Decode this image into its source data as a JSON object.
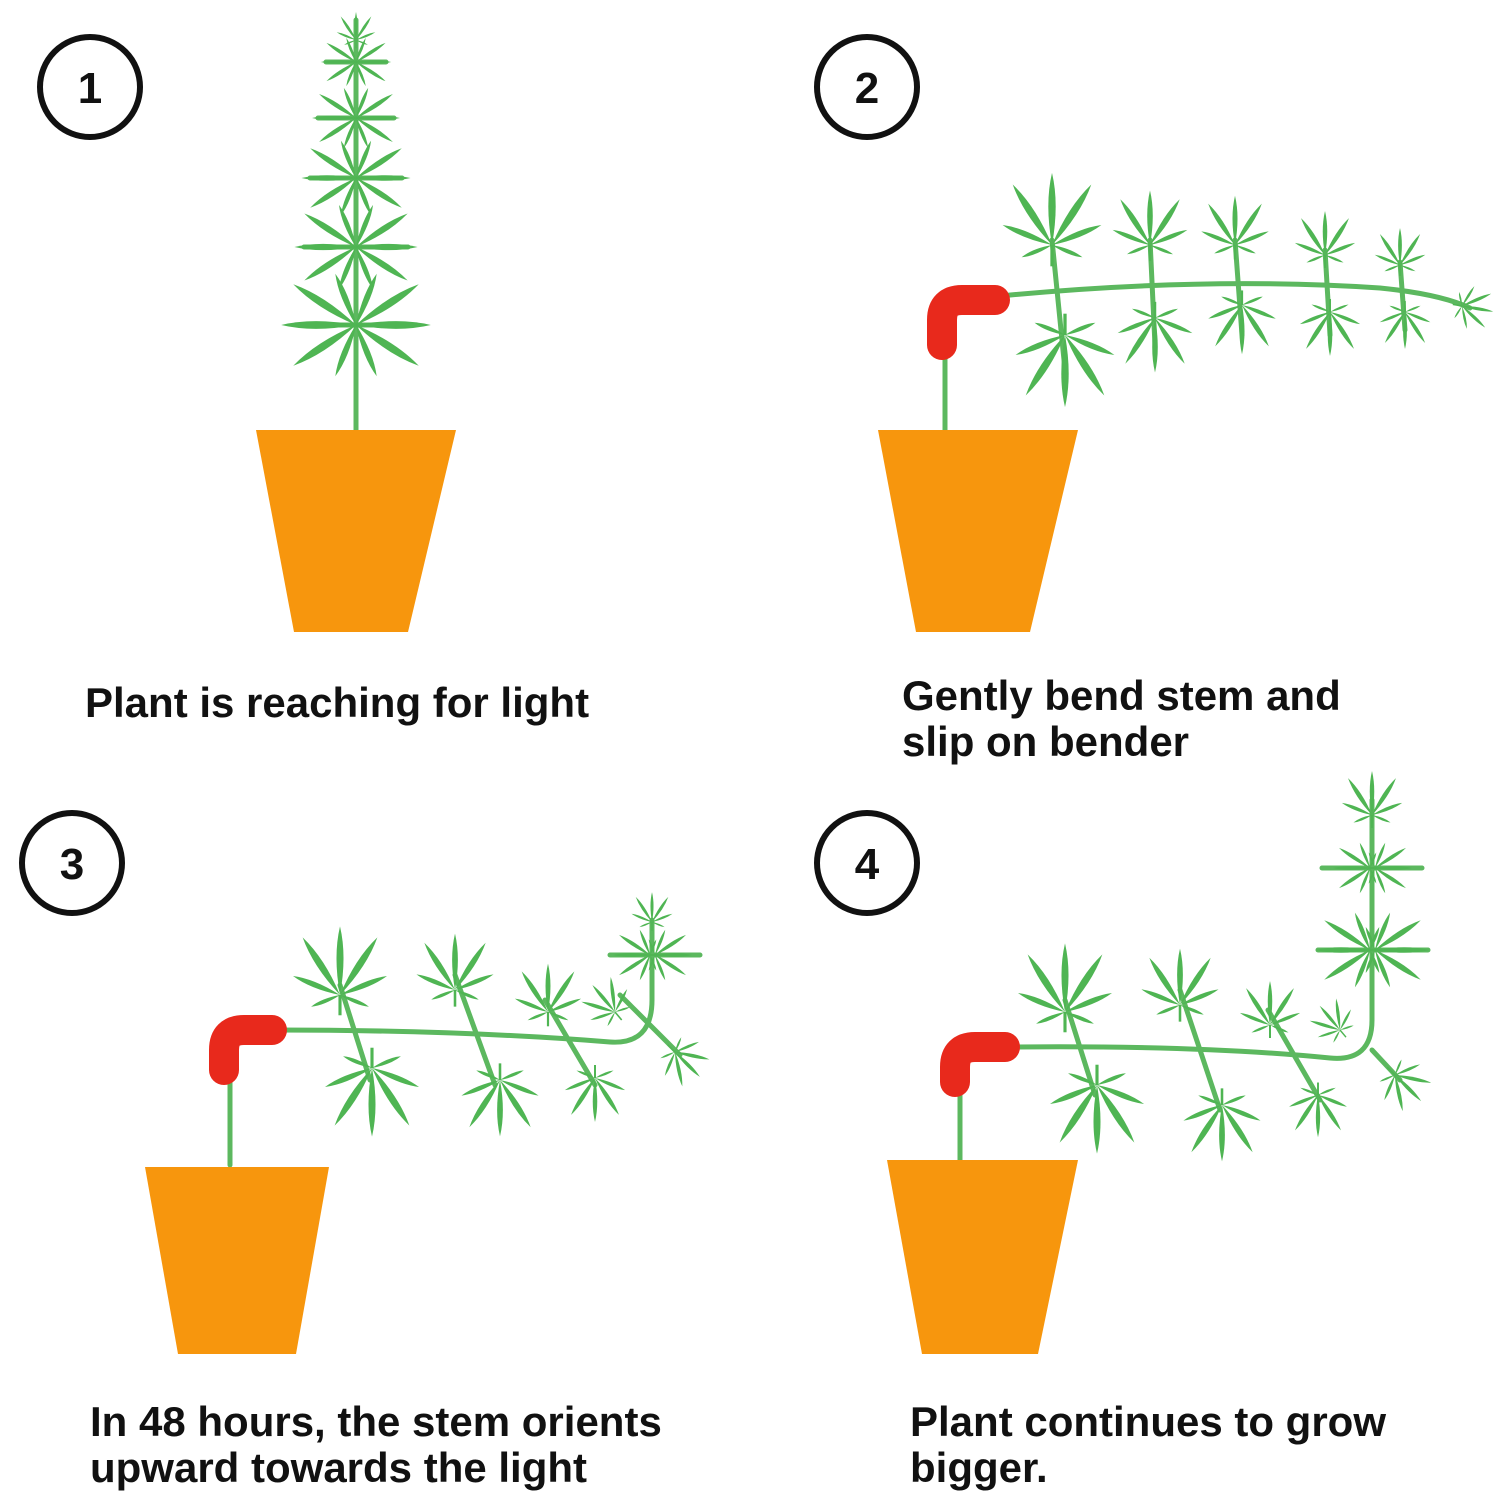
{
  "colors": {
    "pot": "#f7960d",
    "leaf": "#4fb553",
    "stem": "#5cb85f",
    "bender": "#e8291c",
    "ink": "#111111",
    "background": "#ffffff"
  },
  "icons": [
    "step-number-circle",
    "flower-pot",
    "cannabis-leaf",
    "stem-bender-clip"
  ],
  "steps": [
    {
      "number": "1",
      "caption_lines": [
        "Plant is reaching for light"
      ]
    },
    {
      "number": "2",
      "caption_lines": [
        "Gently bend stem and",
        "slip on bender"
      ]
    },
    {
      "number": "3",
      "caption_lines": [
        "In 48 hours, the stem orients",
        "upward towards the light"
      ]
    },
    {
      "number": "4",
      "caption_lines": [
        "Plant continues to grow",
        "bigger."
      ]
    }
  ]
}
